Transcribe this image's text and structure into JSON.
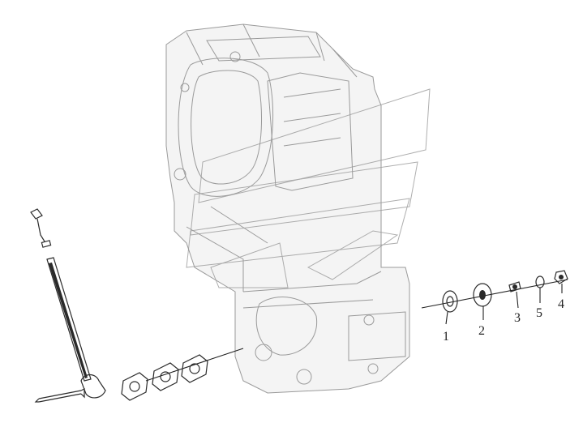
{
  "figure": {
    "callouts": [
      {
        "id": "1",
        "label": "1"
      },
      {
        "id": "2",
        "label": "2"
      },
      {
        "id": "3",
        "label": "3"
      },
      {
        "id": "5",
        "label": "5"
      },
      {
        "id": "4",
        "label": "4"
      }
    ]
  }
}
